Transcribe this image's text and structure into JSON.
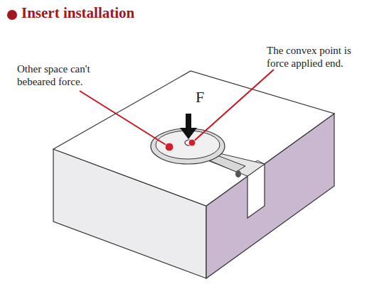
{
  "diagram": {
    "title": "Insert installation",
    "labels": [
      "Other space can't bebeared force.",
      "The convex point is force applied end.",
      "F"
    ]
  }
}
